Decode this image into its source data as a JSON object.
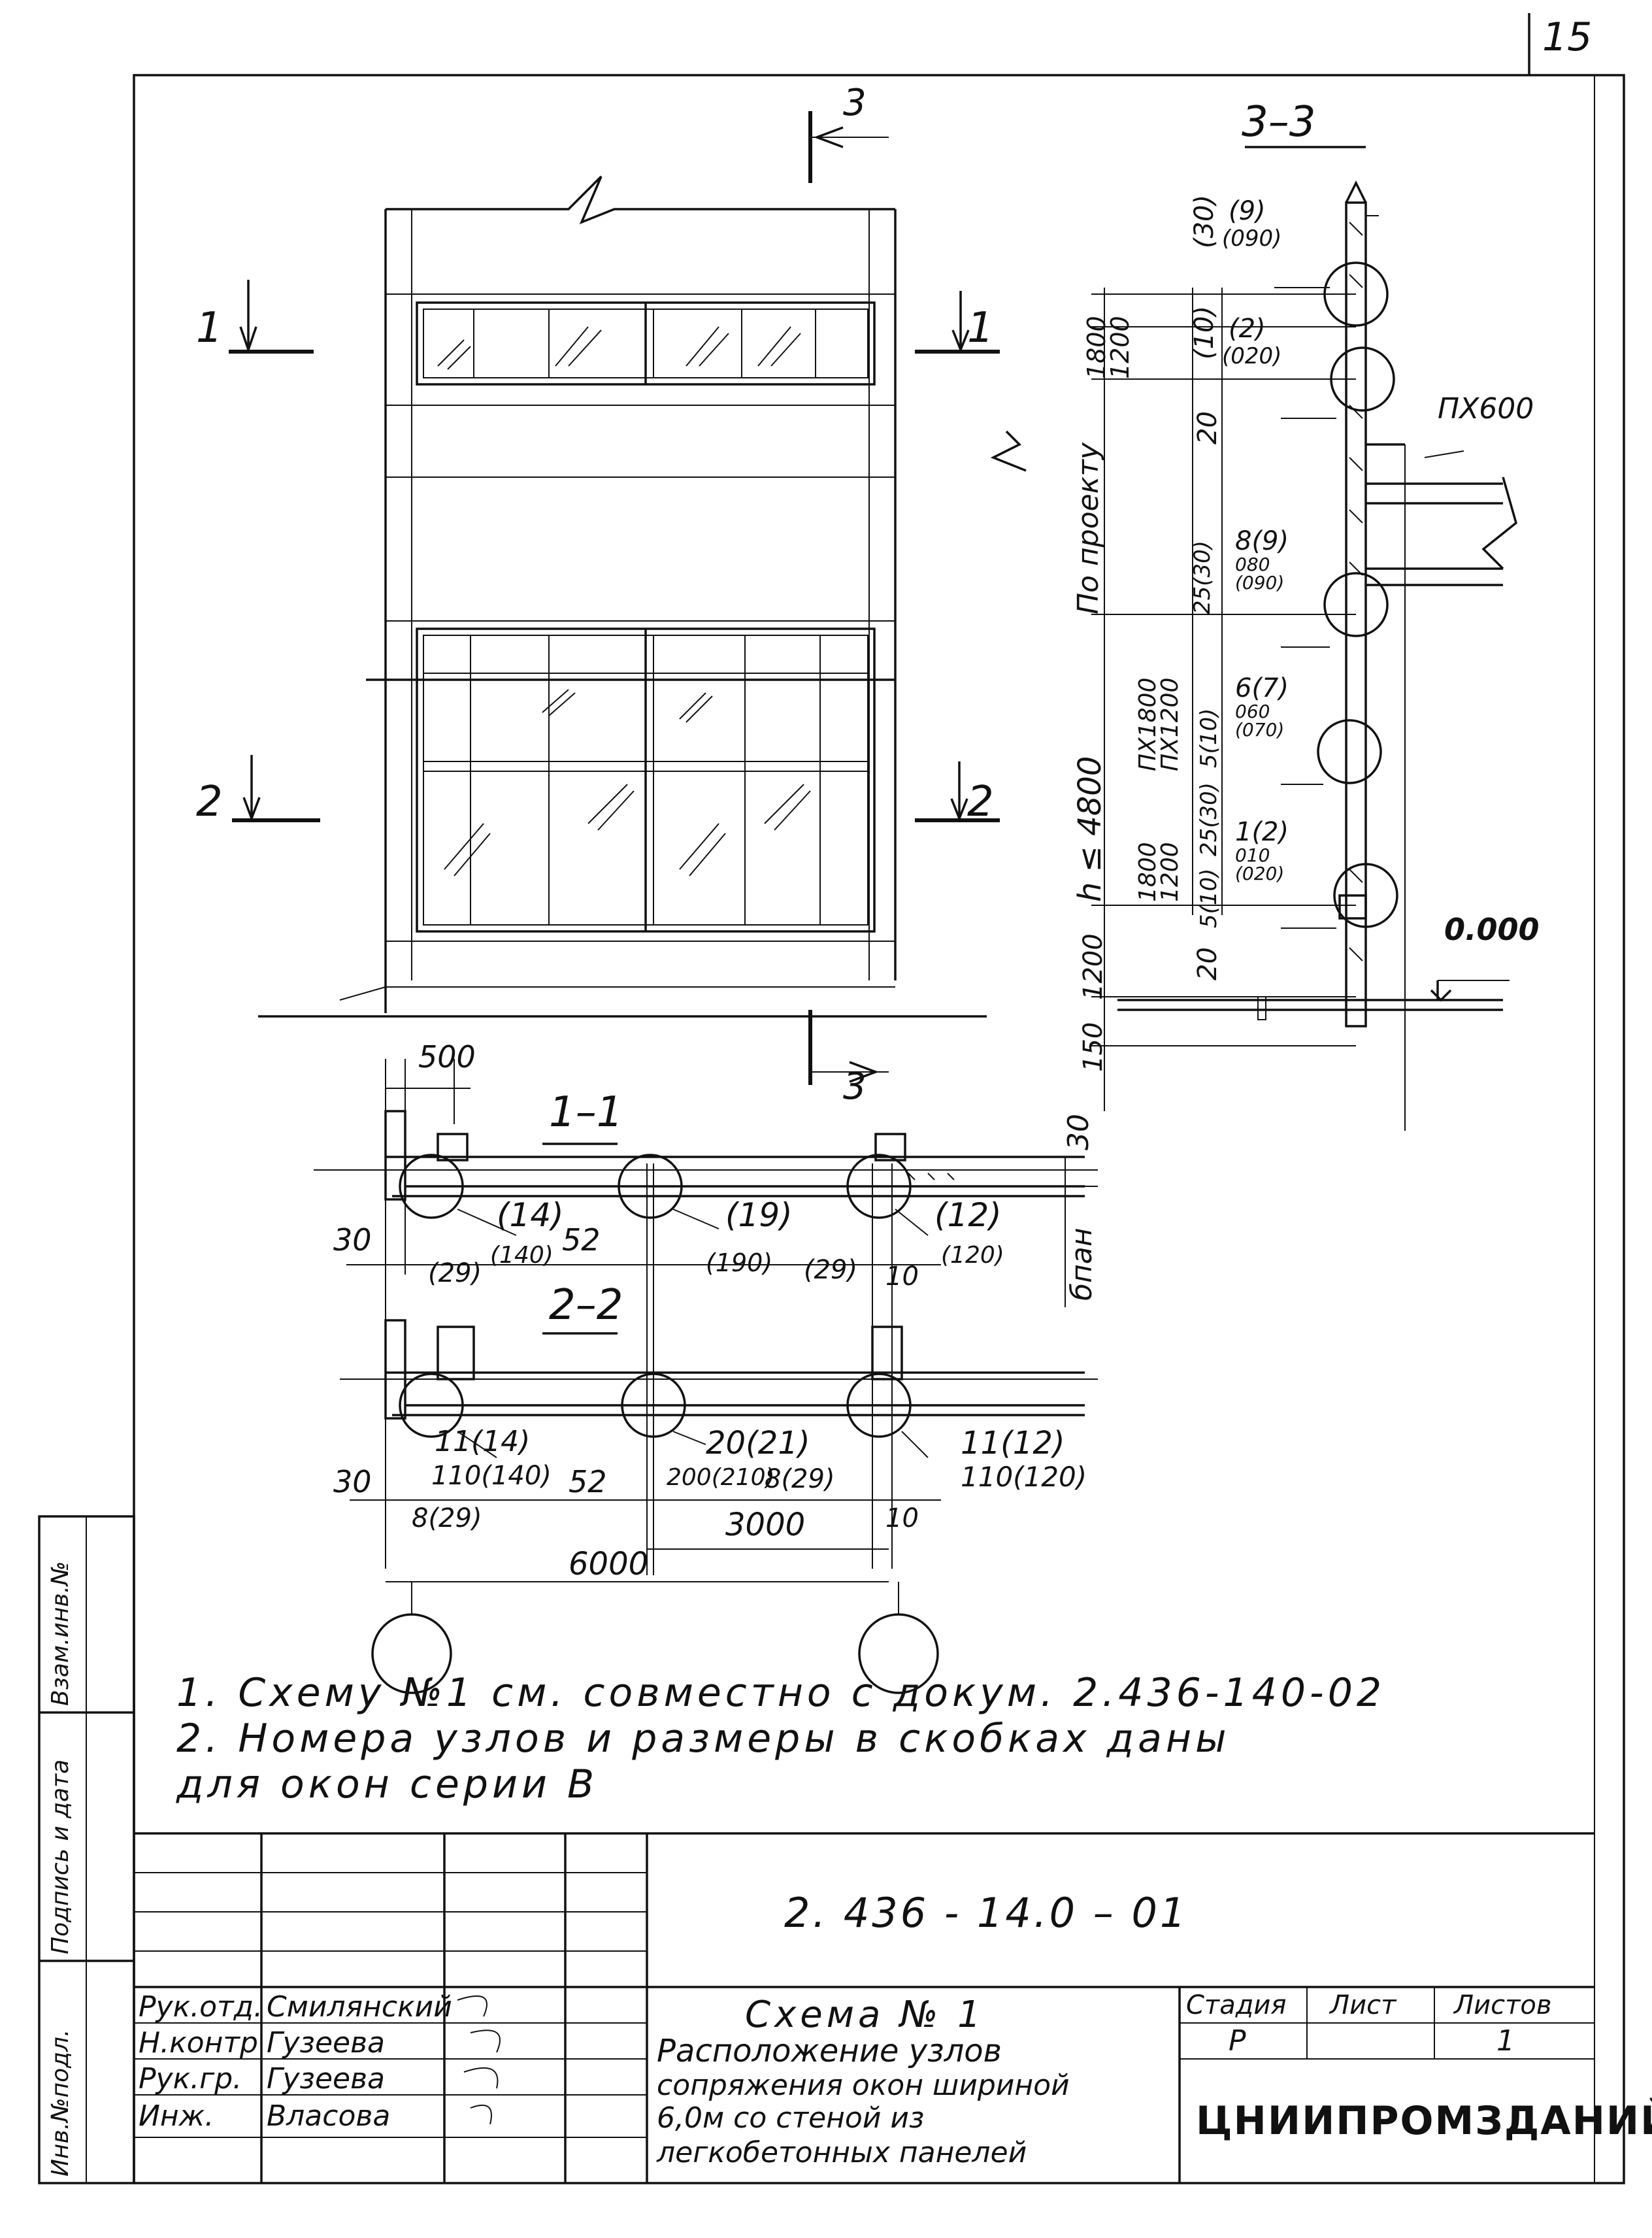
{
  "sheet_number": "15",
  "sections": {
    "s33": "3–3",
    "s11": "1–1",
    "s22": "2–2",
    "cut1": "1",
    "cut2": "2",
    "cut3": "3"
  },
  "elevation_dims": {
    "d1800_1200_top": "1800\n1200",
    "po_proektu": "По проекту",
    "h_le_4800": "h ≤ 4800",
    "px1800": "ПХ1800\nПХ1200",
    "d1800_1200_bot": "1800\n1200",
    "d1200": "1200",
    "d150": "150",
    "d20a": "20",
    "d20b": "20",
    "d25_30": "25(30)",
    "d5_10a": "5(10)",
    "d25_30b": "25(30)",
    "d5_10b": "5(10)",
    "d30": "(30)",
    "d10": "(10)",
    "px600": "ПХ600",
    "zero": "0.000",
    "n9": "(9)",
    "n090": "(090)",
    "n2": "(2)",
    "n020": "(020)",
    "n8_9": "8(9)",
    "n080_090": "080\n(090)",
    "n6_7": "6(7)",
    "n060_070": "060\n(070)",
    "n1_2": "1(2)",
    "n010_020": "010\n(020)"
  },
  "plan_dims": {
    "d500": "500",
    "d30a": "30",
    "d30b": "30",
    "d30c": "30",
    "d52a": "52",
    "d52b": "52",
    "n14": "(14)",
    "n140": "(140)",
    "n29a": "(29)",
    "n19": "(19)",
    "n190": "(190)",
    "n29b": "(29)",
    "n10a": "10",
    "n12": "(12)",
    "n120": "(120)",
    "bpan": "бпан",
    "n11_14": "11(14)",
    "n110_140": "110(140)",
    "n8_29a": "8(29)",
    "n20_21": "20(21)",
    "n200_210": "200(210)",
    "n8_29b": "8(29)",
    "n11_12": "11(12)",
    "n110_120": "110(120)",
    "n10b": "10",
    "d3000": "3000",
    "d6000": "6000"
  },
  "notes": [
    "1.  Схему №1 см. совместно с докум. 2.436-140-02",
    "2.  Номера узлов и размеры в скобках даны",
    "     для окон серии В"
  ],
  "left_margin": {
    "inv_podl": "Инв.№подл.",
    "podpis_data": "Подпись и дата",
    "vzam_inv": "Взам.инв.№"
  },
  "title_block": {
    "doc_code": "2. 436 - 14.0 – 01",
    "rows": [
      {
        "role": "Рук.отд.",
        "name": "Смилянский"
      },
      {
        "role": "Н.контр",
        "name": "Гузеева"
      },
      {
        "role": "Рук.гр.",
        "name": "Гузеева"
      },
      {
        "role": "Инж.",
        "name": "Власова"
      }
    ],
    "title_lines": [
      "Схема  № 1",
      "Расположение узлов",
      "сопряжения окон шириной",
      "6,0м со стеной из",
      "легкобетонных панелей"
    ],
    "stage_label": "Стадия",
    "sheet_label": "Лист",
    "sheets_label": "Листов",
    "stage_value": "Р",
    "sheets_value": "1",
    "org": "ЦНИИПРОМЗДАНИЙ"
  }
}
